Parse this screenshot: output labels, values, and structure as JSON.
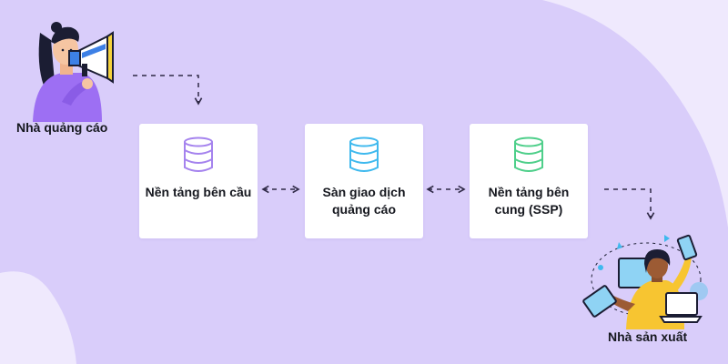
{
  "actors": {
    "advertiser": {
      "label": "Nhà quảng cáo",
      "icon": "advertiser-megaphone-icon"
    },
    "publisher": {
      "label": "Nhà sản xuất",
      "icon": "publisher-laptop-icon"
    }
  },
  "nodes": [
    {
      "label": "Nền tảng bên cầu",
      "icon": "database-icon",
      "color": "#a583ee"
    },
    {
      "label": "Sàn giao dịch quảng cáo",
      "icon": "database-icon",
      "color": "#3fb9ee"
    },
    {
      "label": "Nền tảng bên cung (SSP)",
      "icon": "database-icon",
      "color": "#4ecf8a"
    }
  ],
  "colors": {
    "background": "#d9cdfa",
    "corner_shape": "#f1ecfd",
    "arrow": "#2f2946"
  }
}
